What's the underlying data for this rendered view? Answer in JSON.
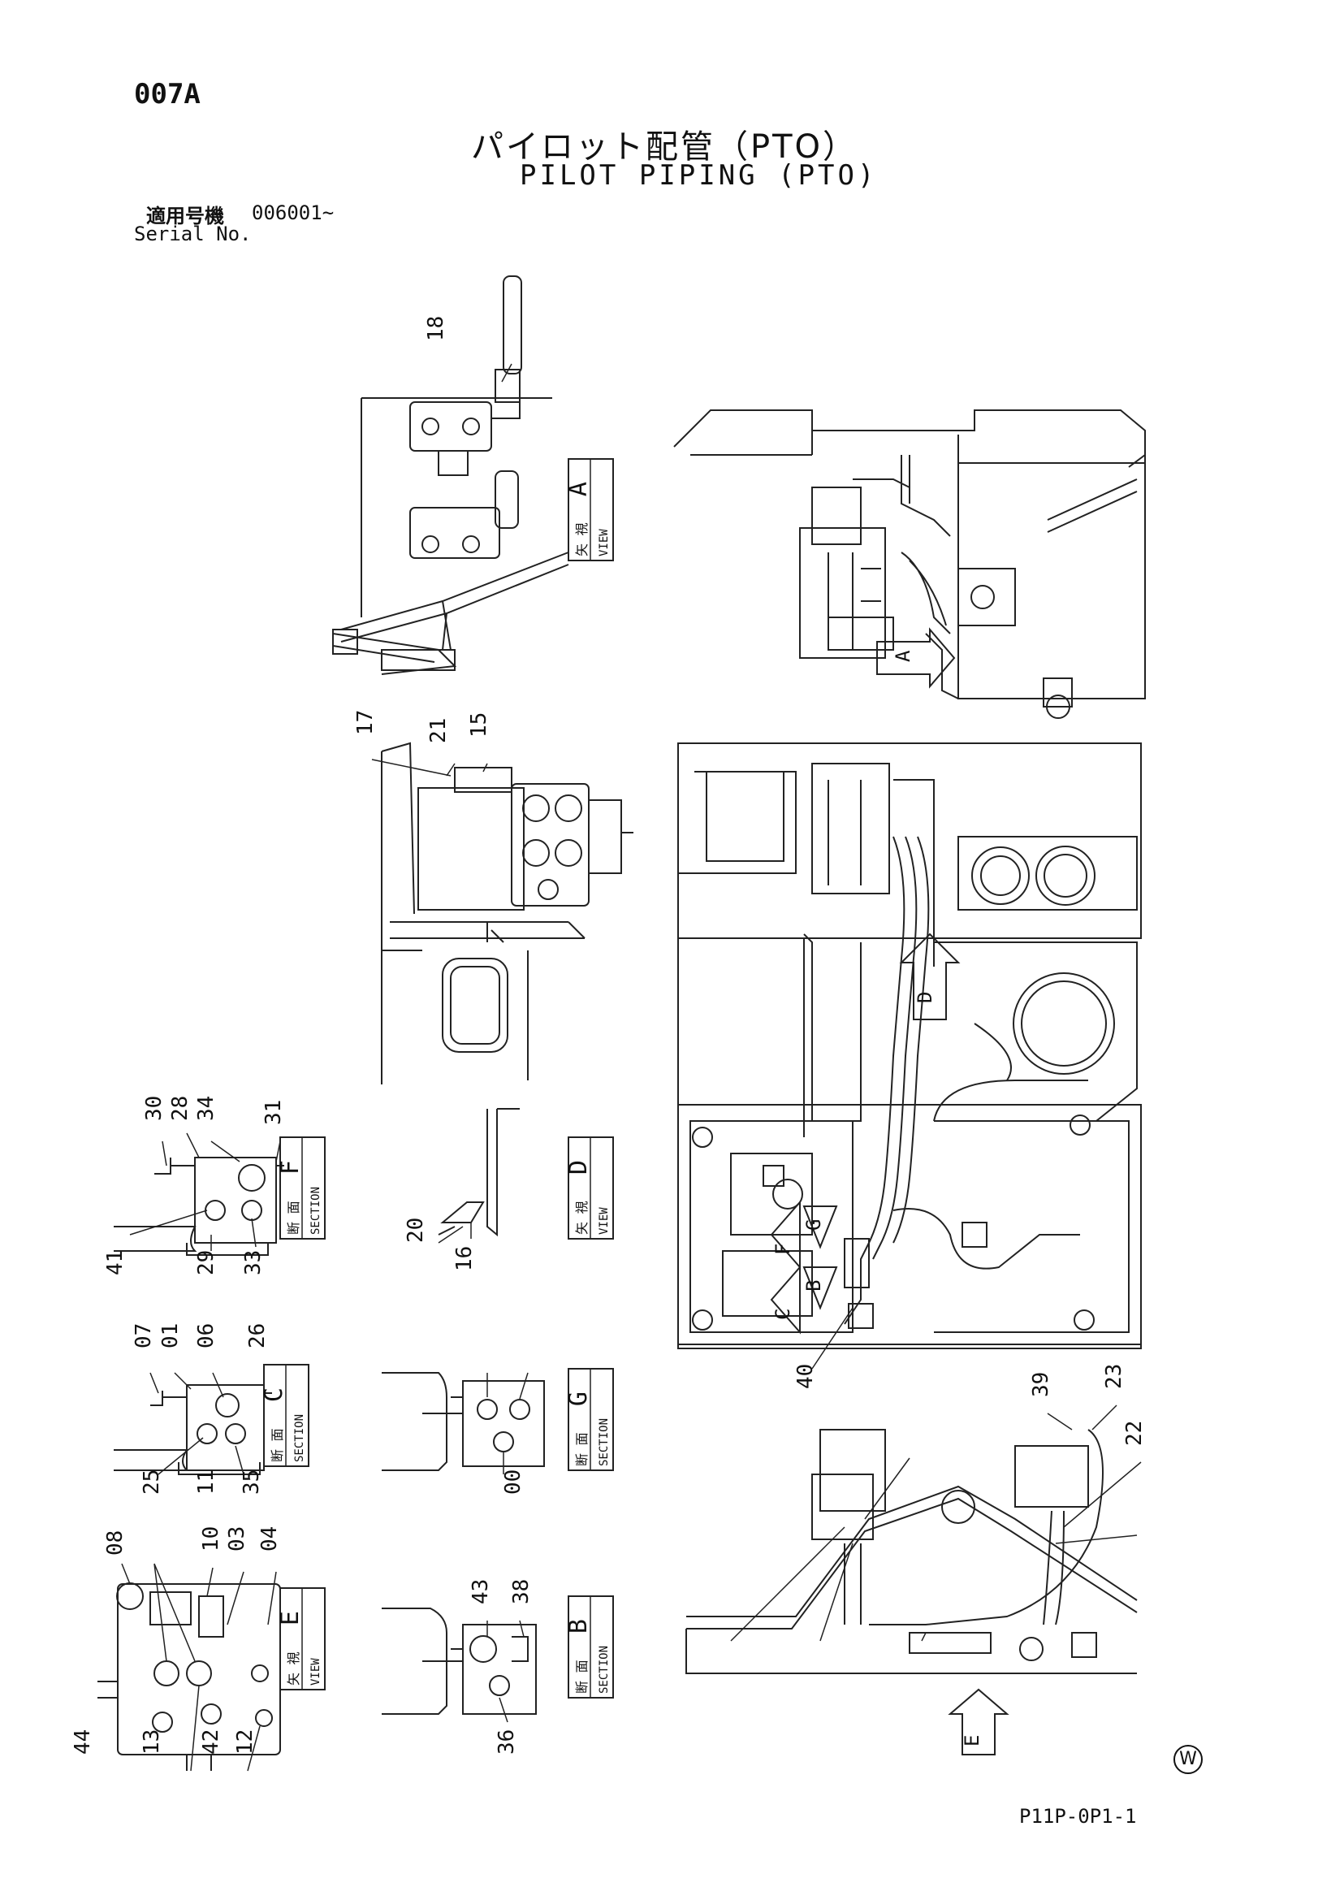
{
  "header": {
    "page_code": "007A",
    "title_jp": "パイロット配管（PTO）",
    "title_en": "PILOT PIPING (PTO)",
    "serial_label_jp": "適用号機",
    "serial_value": "006001~",
    "serial_label_en": "Serial No."
  },
  "view_labels": [
    {
      "id": "A",
      "jp": "矢 視",
      "en": "VIEW"
    },
    {
      "id": "D",
      "jp": "矢 視",
      "en": "VIEW"
    },
    {
      "id": "F",
      "jp": "断 面",
      "en": "SECTION"
    },
    {
      "id": "C",
      "jp": "断 面",
      "en": "SECTION"
    },
    {
      "id": "G",
      "jp": "断 面",
      "en": "SECTION"
    },
    {
      "id": "E",
      "jp": "矢 視",
      "en": "VIEW"
    },
    {
      "id": "B",
      "jp": "断 面",
      "en": "SECTION"
    }
  ],
  "callouts": [
    "18",
    "17",
    "21",
    "15",
    "30",
    "28",
    "34",
    "31",
    "41",
    "29",
    "33",
    "20",
    "16",
    "07",
    "01",
    "06",
    "26",
    "25",
    "11",
    "35",
    "00",
    "08",
    "44",
    "10",
    "03",
    "04",
    "13",
    "42",
    "12",
    "43",
    "38",
    "36",
    "40",
    "39",
    "23",
    "22"
  ],
  "footer": {
    "mark": "W",
    "doc_no": "P11P-0P1-1"
  }
}
